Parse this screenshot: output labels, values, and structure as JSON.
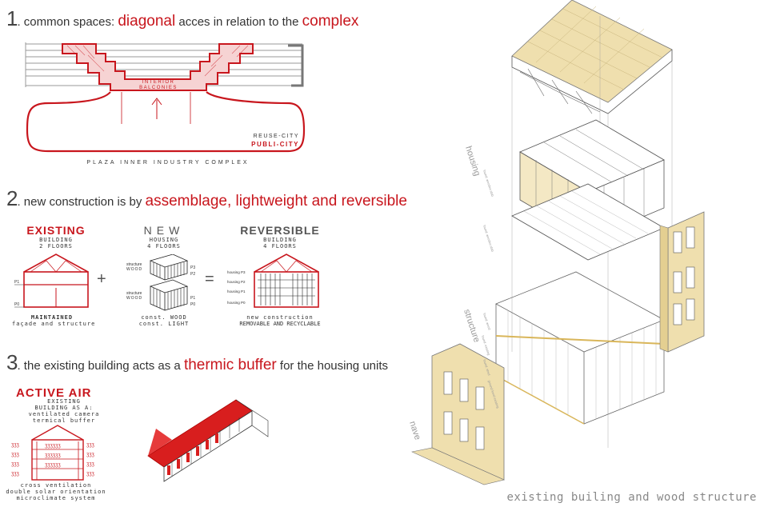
{
  "section1": {
    "number": "1",
    "text_a": ". common spaces: ",
    "emph_a": "diagonal",
    "text_b": " acces in relation to the ",
    "emph_b": "complex",
    "label_interior": "INTERIOR",
    "label_balconies": "BALCONIES",
    "label_reuse": "REUSE-CITY",
    "label_publi": "PUBLI-CITY",
    "caption": "PLAZA INNER INDUSTRY COMPLEX"
  },
  "section2": {
    "number": "2",
    "text_a": ". new construction is by ",
    "emph": "assemblage, lightweight and reversible",
    "existing": {
      "title": "EXISTING",
      "sub1": "BUILDING",
      "sub2": "2 FLOORS",
      "note1": "MAINTAINED",
      "note2": "façade and structure",
      "p1": "P1",
      "p0": "P0"
    },
    "new": {
      "title": "NEW",
      "sub1": "HOUSING",
      "sub2": "4 FLOORS",
      "note1": "const. WOOD",
      "note2": "const. LIGHT",
      "s1": "structure",
      "w1": "WOOD",
      "s2": "structure",
      "w2": "WOOD",
      "p3": "P3",
      "p2": "P2",
      "p1": "P1",
      "p0": "P0"
    },
    "plus": "+",
    "equals": "=",
    "reversible": {
      "title": "REVERSIBLE",
      "sub1": "BUILDING",
      "sub2": "4 FLOORS",
      "note1": "new construction",
      "note2": "REMOVABLE AND RECYCLABLE",
      "h3": "housing P3",
      "h2": "housing P2",
      "h1": "housing P1",
      "h0": "housing P0"
    }
  },
  "section3": {
    "number": "3",
    "text_a": ". the existing building acts as a ",
    "emph": "thermic buffer",
    "text_b": " for the housing units",
    "title": "ACTIVE AIR",
    "sub1": "EXISTING",
    "sub2": "BUILDING AS A:",
    "sub3": "ventilated camera",
    "sub4": "termical buffer",
    "foot1": "cross ventilation",
    "foot2": "double solar orientation",
    "foot3": "microclimate system"
  },
  "axo": {
    "label_housing": "housing",
    "label_structure": "structure",
    "label_nave": "nave",
    "small1": "found. wooden slab",
    "small2": "found. wooden slab",
    "small3": "found. wood",
    "small4": "found. existing",
    "small5": "found. steel",
    "small6": "ground level existing",
    "caption": "existing builing and wood structure"
  },
  "colors": {
    "red": "#c8161d",
    "wood": "#efdfae",
    "line": "#555555"
  }
}
